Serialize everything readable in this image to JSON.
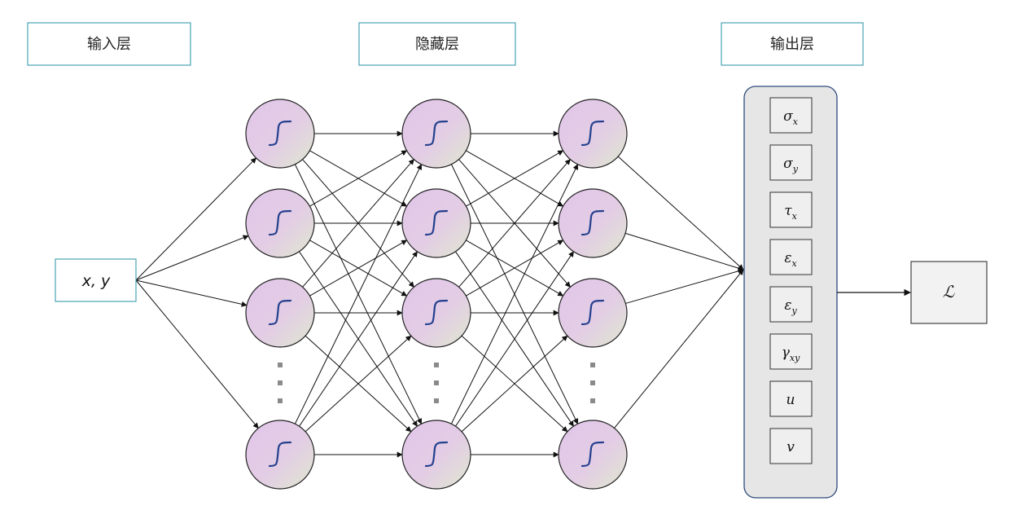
{
  "colors": {
    "accent_border": "#4aa3b5",
    "neuron_fill_top": "#e2c6ea",
    "neuron_fill_bottom": "#dfe7cf",
    "neuron_stroke": "#222222",
    "curve": "#24408e",
    "edge": "#111111",
    "output_panel_fill": "#e6e6e6",
    "output_panel_stroke": "#2e4b7a",
    "dots": "#8a8a8a"
  },
  "layer_labels": {
    "input": "输入层",
    "hidden": "隐藏层",
    "output": "输出层"
  },
  "input_node": {
    "label": "x, y"
  },
  "neuron_icon": "sigmoid-icon",
  "hidden_layers": 3,
  "visible_neurons_per_layer": 4,
  "outputs": [
    {
      "main": "σ",
      "sub": "x"
    },
    {
      "main": "σ",
      "sub": "y"
    },
    {
      "main": "τ",
      "sub": "x"
    },
    {
      "main": "ε",
      "sub": "x"
    },
    {
      "main": "ε",
      "sub": "y"
    },
    {
      "main": "γ",
      "sub": "xy"
    },
    {
      "main": "u",
      "sub": ""
    },
    {
      "main": "v",
      "sub": ""
    }
  ],
  "loss_node": {
    "label": "ℒ"
  }
}
